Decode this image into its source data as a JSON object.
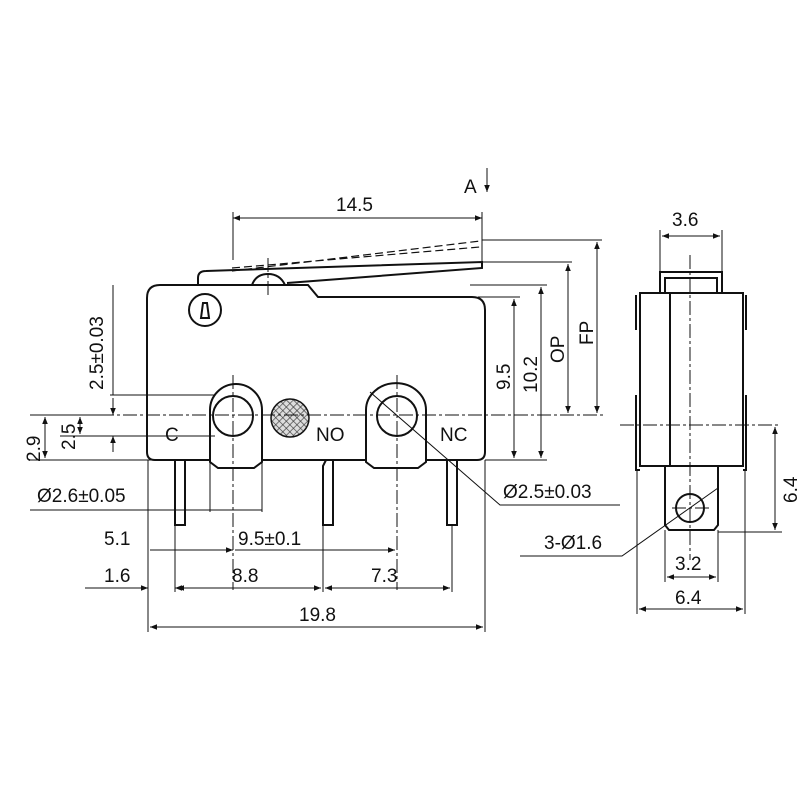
{
  "title_marker": "A",
  "terminals": {
    "common": "C",
    "normally_open": "NO",
    "normally_closed": "NC"
  },
  "front_view": {
    "lever_length": "14.5",
    "free_position": "FP",
    "operating_position": "OP",
    "height_total": "10.2",
    "height_body": "9.5",
    "mount_hole_offset": "2.5±0.03",
    "dim_2_9": "2.9",
    "dim_2_5": "2.5",
    "mount_hole_c_diameter": "Ø2.6±0.05",
    "mount_hole_nc_diameter": "Ø2.5±0.03",
    "dim_5_1": "5.1",
    "hole_spacing": "9.5±0.1",
    "dim_1_6": "1.6",
    "dim_8_8": "8.8",
    "dim_7_3": "7.3",
    "body_length": "19.8"
  },
  "side_view": {
    "plunger_width": "3.6",
    "terminal_height": "6.4",
    "terminal_hole": "3-Ø1.6",
    "terminal_width": "3.2",
    "body_width": "6.4"
  }
}
